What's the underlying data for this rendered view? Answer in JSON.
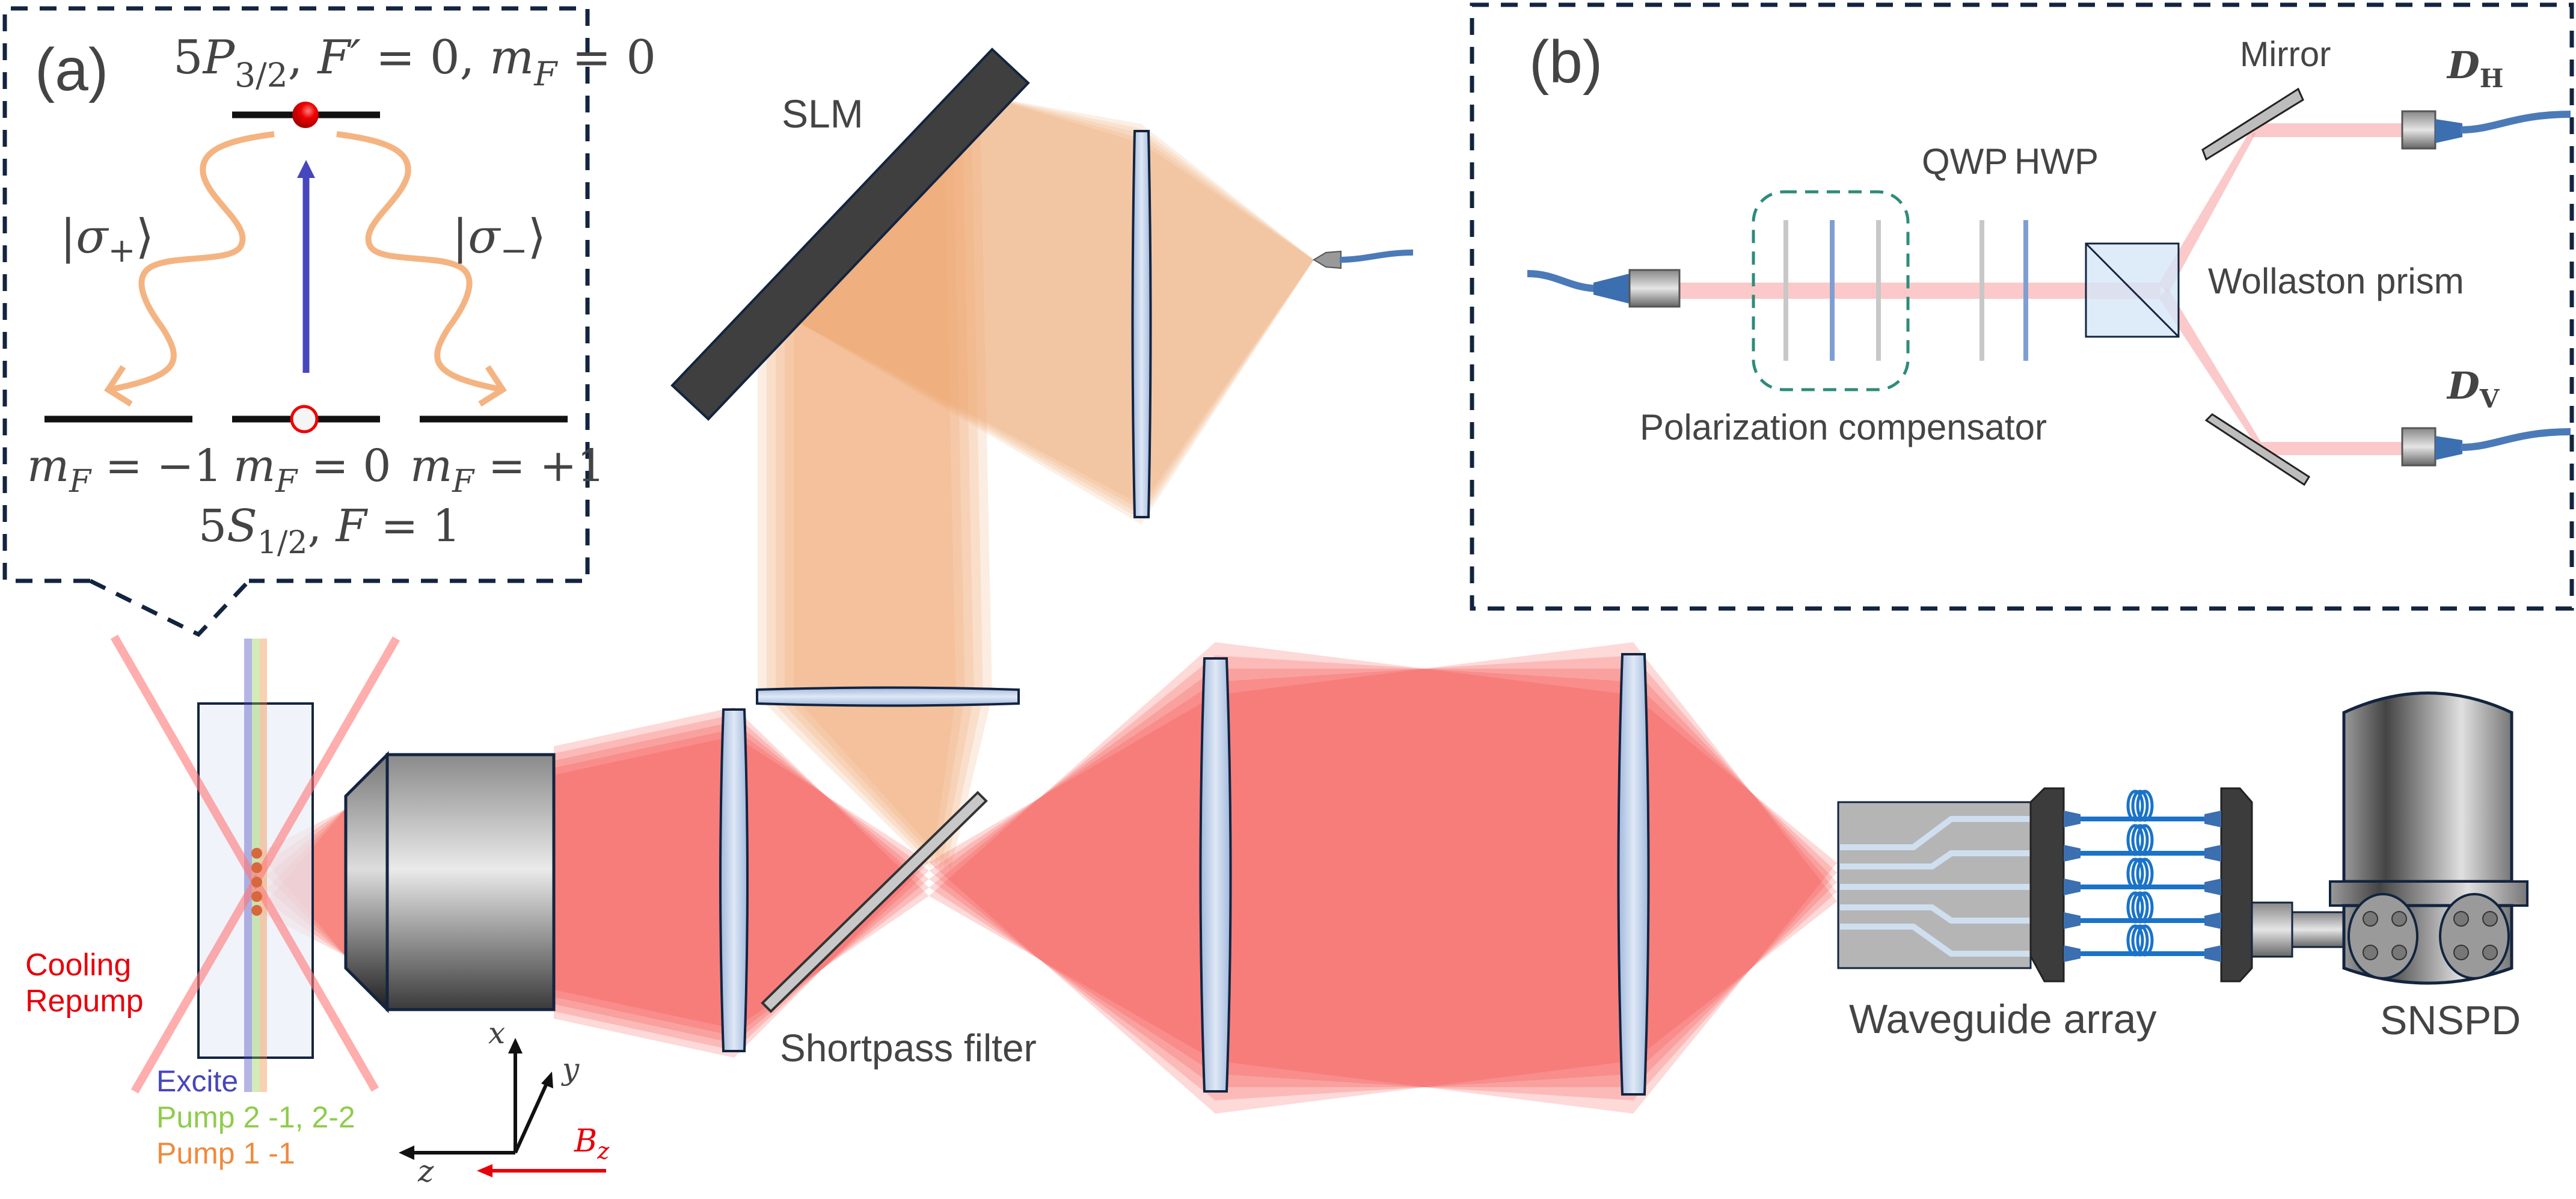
{
  "panel_a": {
    "tag": "(a)",
    "upper_level": {
      "p1": "5",
      "p2": "P",
      "p3": "3/2",
      "p4": ", ",
      "p5": "F′",
      "p6": " = 0, ",
      "p7": "m",
      "p8": "F",
      "p9": " = 0"
    },
    "sigma_plus": {
      "open": "|",
      "sym": "σ",
      "sub": "+",
      "close": "⟩"
    },
    "sigma_minus": {
      "open": "|",
      "sym": "σ",
      "sub": "−",
      "close": "⟩"
    },
    "sublevels": [
      {
        "m": "m",
        "sub": "F",
        "val": " = −1"
      },
      {
        "m": "m",
        "sub": "F",
        "val": " = 0"
      },
      {
        "m": "m",
        "sub": "F",
        "val": " = +1"
      }
    ],
    "lower_level": {
      "p1": "5",
      "p2": "S",
      "p3": "1/2",
      "p4": ", ",
      "p5": "F",
      "p6": " = 1"
    }
  },
  "panel_b": {
    "tag": "(b)",
    "qwp": "QWP",
    "hwp": "HWP",
    "mirror": "Mirror",
    "wollaston": "Wollaston prism",
    "compensator": "Polarization compensator",
    "det_h": {
      "main": "D",
      "sub": "H"
    },
    "det_v": {
      "main": "D",
      "sub": "V"
    }
  },
  "main": {
    "slm": "SLM",
    "shortpass": "Shortpass filter",
    "waveguide": "Waveguide array",
    "snspd": "SNSPD",
    "cooling": "Cooling",
    "repump": "Repump",
    "excite": "Excite",
    "pump2": "Pump 2 -1, 2-2",
    "pump1": "Pump 1 -1",
    "axes": {
      "x": "x",
      "y": "y",
      "z": "z",
      "b_main": "B",
      "b_sub": "z"
    }
  },
  "colors": {
    "excite": "#4646bd",
    "pump2": "#8fcc4a",
    "pump1": "#f08a3c",
    "cooling": "#e8000b",
    "fluorescence_beam": "#f5413a",
    "slm_beam": "#f0a470",
    "panel_border": "#13243f",
    "compensator_border": "#2e8b7a"
  }
}
